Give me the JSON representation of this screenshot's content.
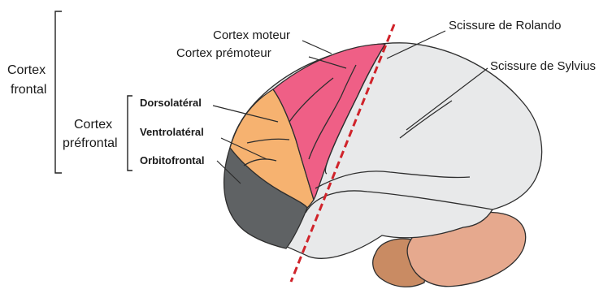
{
  "labels": {
    "cortex_frontal_line1": "Cortex",
    "cortex_frontal_line2": "frontal",
    "cortex_prefrontal_line1": "Cortex",
    "cortex_prefrontal_line2": "préfrontal",
    "cortex_moteur": "Cortex moteur",
    "cortex_premoteur": "Cortex prémoteur",
    "dorsolateral": "Dorsolatéral",
    "ventrolateral": "Ventrolatéral",
    "orbitofrontal": "Orbitofrontal",
    "scissure_rolando": "Scissure de Rolando",
    "scissure_sylvius": "Scissure de Sylvius"
  },
  "colors": {
    "motor_premotor": "#ef5f86",
    "dorsolateral_ventrolateral": "#f6b270",
    "orbitofrontal": "#5f6264",
    "hemisphere": "#e8e9ea",
    "temporal_lobe": "#e6e7e8",
    "cerebellum": "#e6a98e",
    "brainstem": "#c98b63",
    "rolando_line": "#d0232a",
    "outline": "#2e2e2e"
  }
}
